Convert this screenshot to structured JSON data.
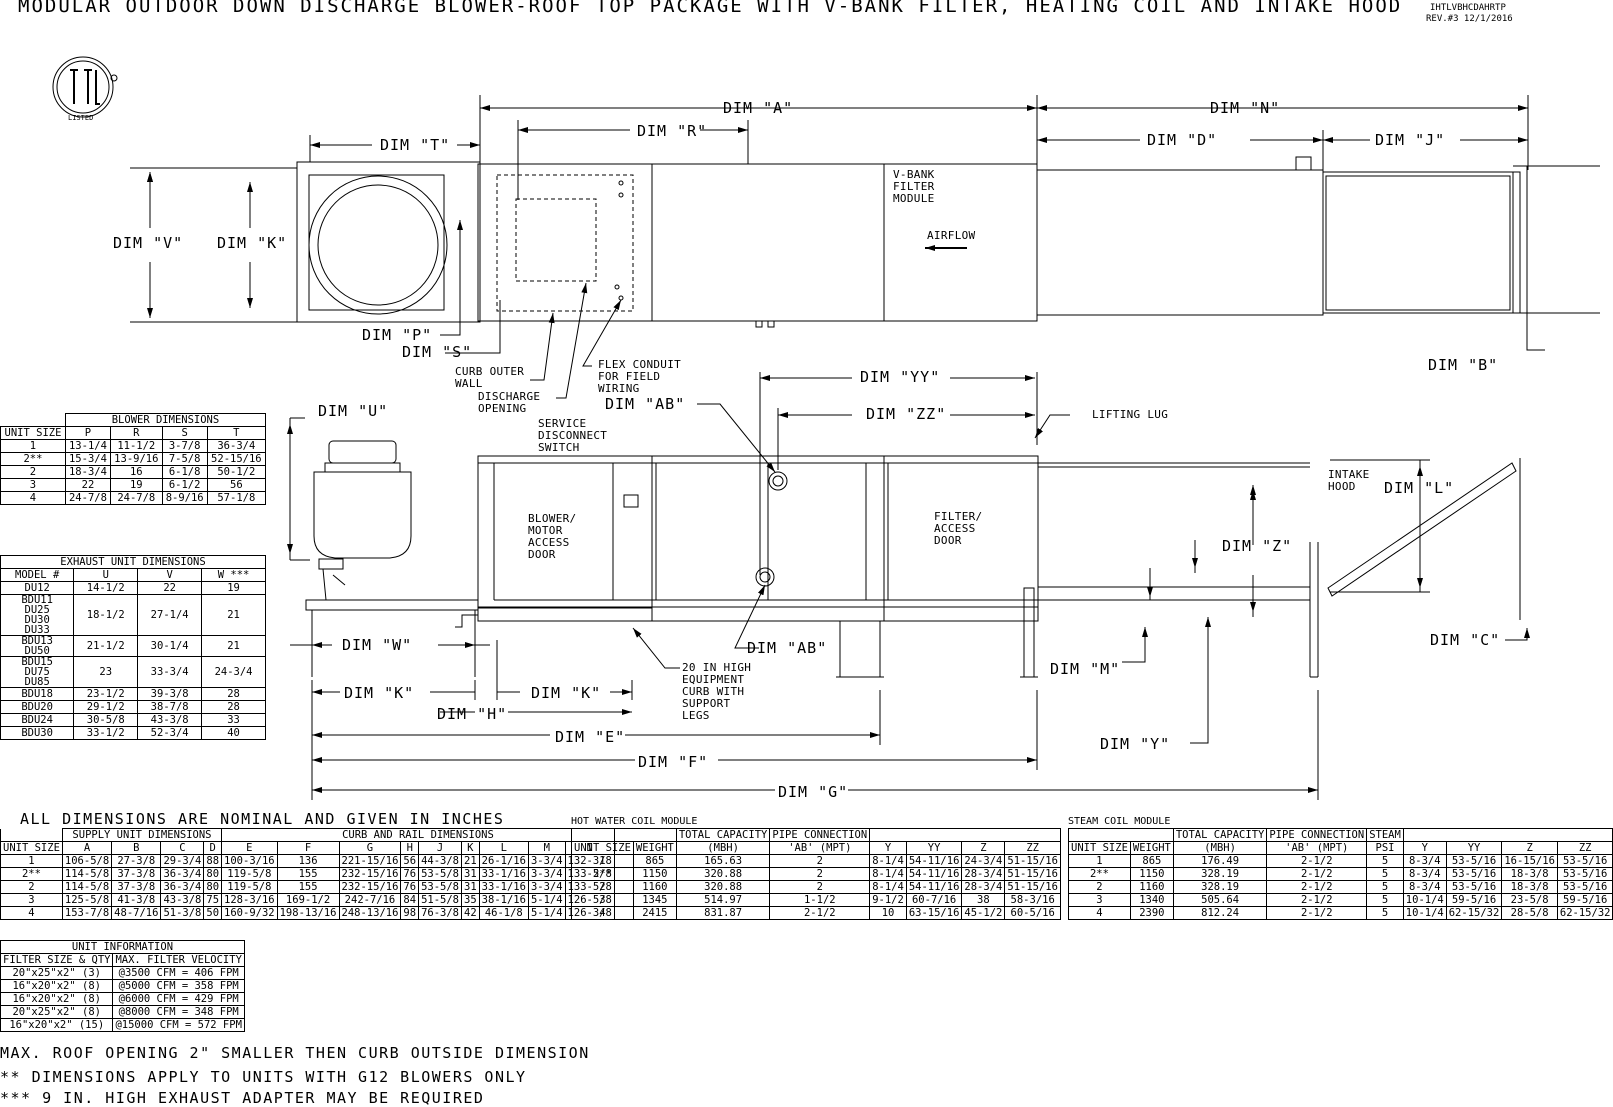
{
  "title": "MODULAR OUTDOOR DOWN DISCHARGE BLOWER-ROOF TOP PACKAGE WITH V-BANK FILTER, HEATING COIL AND INTAKE HOOD",
  "drawing_id": "IHTLVBHCDAHRTP",
  "revision": "REV.#3   12/1/2016",
  "logo_text": "LISTED",
  "dims": {
    "A": "DIM \"A\"",
    "N": "DIM \"N\"",
    "R": "DIM \"R\"",
    "T": "DIM \"T\"",
    "D": "DIM \"D\"",
    "J": "DIM \"J\"",
    "V": "DIM \"V\"",
    "K": "DIM \"K\"",
    "P": "DIM \"P\"",
    "S": "DIM \"S\"",
    "B": "DIM \"B\"",
    "YY": "DIM \"YY\"",
    "ZZ": "DIM \"ZZ\"",
    "U": "DIM \"U\"",
    "AB": "DIM \"AB\"",
    "L": "DIM \"L\"",
    "Z": "DIM \"Z\"",
    "C": "DIM \"C\"",
    "W": "DIM \"W\"",
    "M": "DIM \"M\"",
    "K1": "DIM \"K\"",
    "K2": "DIM \"K\"",
    "H": "DIM \"H\"",
    "E": "DIM \"E\"",
    "F": "DIM \"F\"",
    "G": "DIM \"G\"",
    "Y": "DIM \"Y\"",
    "AB2": "DIM \"AB\""
  },
  "labels": {
    "vbank": "V-BANK\nFILTER\nMODULE",
    "airflow": "AIRFLOW",
    "curb_outer": "CURB OUTER\nWALL",
    "flex": "FLEX CONDUIT\nFOR FIELD\nWIRING",
    "discharge": "DISCHARGE\nOPENING",
    "service": "SERVICE\nDISCONNECT\nSWITCH",
    "lifting": "LIFTING LUG",
    "intake": "INTAKE\nHOOD",
    "blower_door": "BLOWER/\nMOTOR\nACCESS\nDOOR",
    "filter_door": "FILTER/\nACCESS\nDOOR",
    "curb": "20 IN HIGH\nEQUIPMENT\nCURB WITH\nSUPPORT\nLEGS"
  },
  "blower_table": {
    "caption": "BLOWER DIMENSIONS",
    "headers": [
      "UNIT SIZE",
      "P",
      "R",
      "S",
      "T"
    ],
    "rows": [
      [
        "1",
        "13-1/4",
        "11-1/2",
        "3-7/8",
        "36-3/4"
      ],
      [
        "2**",
        "15-3/4",
        "13-9/16",
        "7-5/8",
        "52-15/16"
      ],
      [
        "2",
        "18-3/4",
        "16",
        "6-1/8",
        "50-1/2"
      ],
      [
        "3",
        "22",
        "19",
        "6-1/2",
        "56"
      ],
      [
        "4",
        "24-7/8",
        "24-7/8",
        "8-9/16",
        "57-1/8"
      ]
    ]
  },
  "exhaust_table": {
    "caption": "EXHAUST UNIT DIMENSIONS",
    "headers": [
      "MODEL #",
      "U",
      "V",
      "W ***"
    ],
    "rows": [
      [
        "DU12",
        "14-1/2",
        "22",
        "19"
      ],
      [
        "BDU11\nDU25\nDU30\nDU33",
        "18-1/2",
        "27-1/4",
        "21"
      ],
      [
        "BDU13\nDU50",
        "21-1/2",
        "30-1/4",
        "21"
      ],
      [
        "BDU15\nDU75\nDU85",
        "23",
        "33-3/4",
        "24-3/4"
      ],
      [
        "BDU18",
        "23-1/2",
        "39-3/8",
        "28"
      ],
      [
        "BDU20",
        "29-1/2",
        "38-7/8",
        "28"
      ],
      [
        "BDU24",
        "30-5/8",
        "43-3/8",
        "33"
      ],
      [
        "BDU30",
        "33-1/2",
        "52-3/4",
        "40"
      ]
    ]
  },
  "nominal_note": "ALL DIMENSIONS ARE NOMINAL AND GIVEN IN INCHES",
  "supply_table": {
    "group1": "SUPPLY UNIT DIMENSIONS",
    "group2": "CURB AND RAIL DIMENSIONS",
    "headers": [
      "UNIT SIZE",
      "A",
      "B",
      "C",
      "D",
      "E",
      "F",
      "G",
      "H",
      "J",
      "K",
      "L",
      "M",
      "N"
    ],
    "rows": [
      [
        "1",
        "106-5/8",
        "27-3/8",
        "29-3/4",
        "88",
        "100-3/16",
        "136",
        "221-15/16",
        "56",
        "44-3/8",
        "21",
        "26-1/16",
        "3-3/4",
        "132-3/8"
      ],
      [
        "2**",
        "114-5/8",
        "37-3/8",
        "36-3/4",
        "80",
        "119-5/8",
        "155",
        "232-15/16",
        "76",
        "53-5/8",
        "31",
        "33-1/16",
        "3-3/4",
        "133-5/8"
      ],
      [
        "2",
        "114-5/8",
        "37-3/8",
        "36-3/4",
        "80",
        "119-5/8",
        "155",
        "232-15/16",
        "76",
        "53-5/8",
        "31",
        "33-1/16",
        "3-3/4",
        "133-5/8"
      ],
      [
        "3",
        "125-5/8",
        "41-3/8",
        "43-3/8",
        "75",
        "128-3/16",
        "169-1/2",
        "242-7/16",
        "84",
        "51-5/8",
        "35",
        "38-1/16",
        "5-1/4",
        "126-5/8"
      ],
      [
        "4",
        "153-7/8",
        "48-7/16",
        "51-3/8",
        "50",
        "160-9/32",
        "198-13/16",
        "248-13/16",
        "98",
        "76-3/8",
        "42",
        "46-1/8",
        "5-1/4",
        "126-3/8"
      ]
    ]
  },
  "hotwater_table": {
    "caption": "HOT WATER COIL MODULE",
    "g1": "TOTAL CAPACITY",
    "g2": "PIPE CONNECTION",
    "headers": [
      "UNIT SIZE",
      "WEIGHT",
      "(MBH)",
      "'AB' (MPT)",
      "Y",
      "YY",
      "Z",
      "ZZ"
    ],
    "rows": [
      [
        "1",
        "865",
        "165.63",
        "2",
        "8-1/4",
        "54-11/16",
        "24-3/4",
        "51-15/16"
      ],
      [
        "2**",
        "1150",
        "320.88",
        "2",
        "8-1/4",
        "54-11/16",
        "28-3/4",
        "51-15/16"
      ],
      [
        "2",
        "1160",
        "320.88",
        "2",
        "8-1/4",
        "54-11/16",
        "28-3/4",
        "51-15/16"
      ],
      [
        "3",
        "1345",
        "514.97",
        "1-1/2",
        "9-1/2",
        "60-7/16",
        "38",
        "58-3/16"
      ],
      [
        "4",
        "2415",
        "831.87",
        "2-1/2",
        "10",
        "63-15/16",
        "45-1/2",
        "60-5/16"
      ]
    ]
  },
  "steam_table": {
    "caption": "STEAM COIL MODULE",
    "g1": "TOTAL CAPACITY",
    "g2": "PIPE CONNECTION",
    "g3": "STEAM",
    "headers": [
      "UNIT SIZE",
      "WEIGHT",
      "(MBH)",
      "'AB' (MPT)",
      "PSI",
      "Y",
      "YY",
      "Z",
      "ZZ"
    ],
    "rows": [
      [
        "1",
        "865",
        "176.49",
        "2-1/2",
        "5",
        "8-3/4",
        "53-5/16",
        "16-15/16",
        "53-5/16"
      ],
      [
        "2**",
        "1150",
        "328.19",
        "2-1/2",
        "5",
        "8-3/4",
        "53-5/16",
        "18-3/8",
        "53-5/16"
      ],
      [
        "2",
        "1160",
        "328.19",
        "2-1/2",
        "5",
        "8-3/4",
        "53-5/16",
        "18-3/8",
        "53-5/16"
      ],
      [
        "3",
        "1340",
        "505.64",
        "2-1/2",
        "5",
        "10-1/4",
        "59-5/16",
        "23-5/8",
        "59-5/16"
      ],
      [
        "4",
        "2390",
        "812.24",
        "2-1/2",
        "5",
        "10-1/4",
        "62-15/32",
        "28-5/8",
        "62-15/32"
      ]
    ]
  },
  "unit_info_table": {
    "caption": "UNIT INFORMATION",
    "headers": [
      "FILTER SIZE & QTY",
      "MAX. FILTER VELOCITY"
    ],
    "rows": [
      [
        "20\"x25\"x2\" (3)",
        "@3500 CFM = 406 FPM"
      ],
      [
        "16\"x20\"x2\" (8)",
        "@5000 CFM = 358 FPM"
      ],
      [
        "16\"x20\"x2\" (8)",
        "@6000 CFM = 429 FPM"
      ],
      [
        "20\"x25\"x2\" (8)",
        "@8000 CFM = 348 FPM"
      ],
      [
        "16\"x20\"x2\" (15)",
        "@15000 CFM = 572 FPM"
      ]
    ]
  },
  "notes": [
    "MAX. ROOF OPENING 2\" SMALLER THEN CURB OUTSIDE DIMENSION",
    "** DIMENSIONS APPLY TO UNITS WITH G12 BLOWERS ONLY",
    "*** 9 IN. HIGH EXHAUST ADAPTER MAY BE REQUIRED"
  ]
}
